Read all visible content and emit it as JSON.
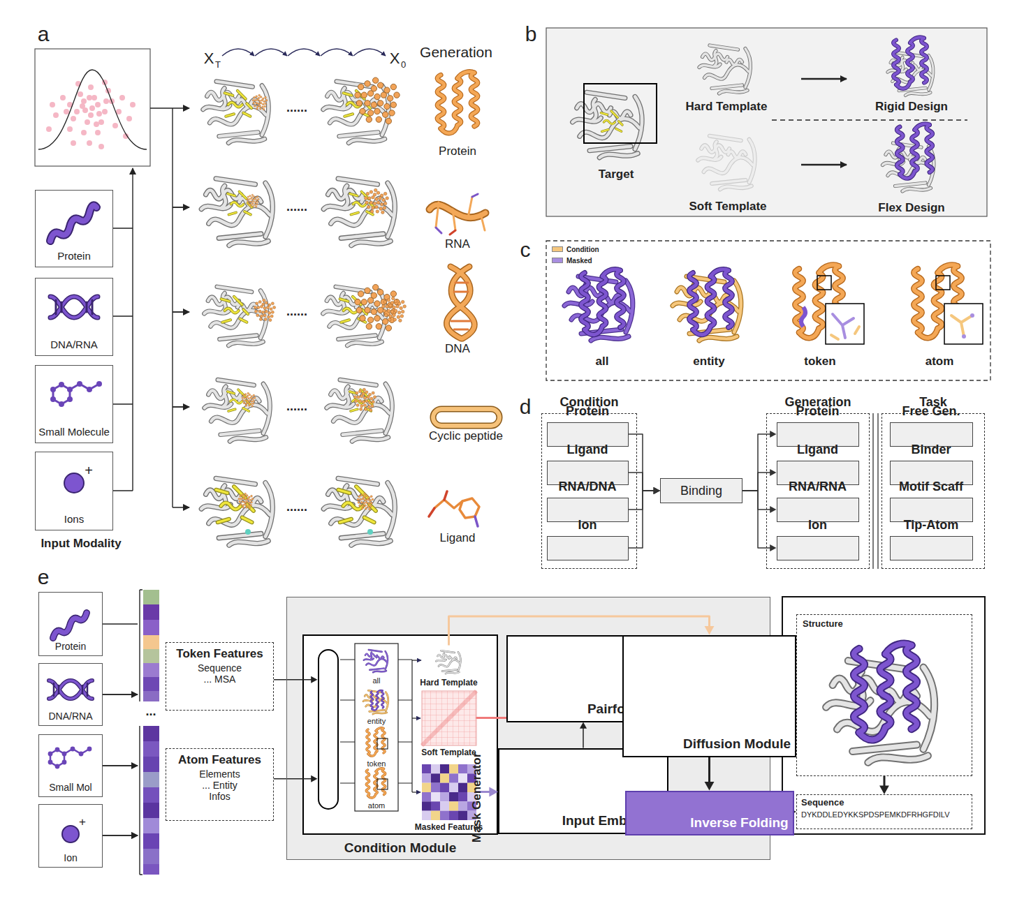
{
  "diagram": {
    "nodes": [
      {
        "text": [
          "Protein"
        ]
      },
      {
        "text": [
          "DNA/RNA"
        ]
      },
      {
        "text": [
          "Small Molecule"
        ]
      },
      {
        "text": [
          "Ions"
        ]
      },
      {
        "text": [
          "Condition"
        ]
      },
      {
        "text": [
          "Protein"
        ],
        "in": 4
      },
      {
        "text": [
          "Ligand"
        ],
        "in": 4
      },
      {
        "text": [
          "RNA/DNA"
        ],
        "in": 4
      },
      {
        "text": [
          "Ion"
        ],
        "in": 4
      },
      {
        "text": [
          "Binding"
        ]
      },
      {
        "text": [
          "Generation"
        ]
      },
      {
        "text": [
          "Protein"
        ],
        "in": 10
      },
      {
        "text": [
          "Ligand"
        ],
        "in": 10
      },
      {
        "text": [
          "RNA/RNA"
        ],
        "in": 10
      },
      {
        "text": [
          "Ion"
        ],
        "in": 10
      },
      {
        "text": [
          "Task"
        ]
      },
      {
        "text": [
          "Free Gen."
        ],
        "in": 15
      },
      {
        "text": [
          "Binder"
        ],
        "in": 15
      },
      {
        "text": [
          "Motif Scaff"
        ],
        "in": 15
      },
      {
        "text": [
          "Tip-Atom"
        ],
        "in": 15
      },
      {
        "text": [
          "Protein"
        ]
      },
      {
        "text": [
          "DNA/RNA"
        ]
      },
      {
        "text": [
          "Small Mol"
        ]
      },
      {
        "text": [
          "Ion"
        ]
      },
      {
        "text": [
          "Token Features",
          "Sequence ... MSA"
        ]
      },
      {
        "text": [
          "Atom Features",
          "Elements ... Entity Infos"
        ]
      },
      {
        "text": [
          "Condition Module"
        ]
      },
      {
        "text": [
          "Mask Generator"
        ],
        "in": 26
      },
      {
        "text": [
          "Hard Template"
        ],
        "in": 26
      },
      {
        "text": [
          "Soft Template"
        ],
        "in": 26
      },
      {
        "text": [
          "Masked Features"
        ],
        "in": 26
      },
      {
        "text": [
          "Pairformer"
        ],
        "in": 26
      },
      {
        "text": [
          "Input Embedder"
        ],
        "in": 26
      },
      {
        "text": [
          "Diffusion Module"
        ],
        "in": 26
      },
      {
        "text": [
          "Inverse Folding"
        ],
        "in": 26
      },
      {
        "text": [
          "Structure"
        ]
      },
      {
        "text": [
          "Sequence",
          "DYKDDLEDYKKSPDSPEMKDFRHGFDILV"
        ]
      }
    ],
    "edges": [
      {
        "from": 5,
        "to": 9,
        "arrow": "to"
      },
      {
        "from": 6,
        "to": 9,
        "arrow": "to"
      },
      {
        "from": 7,
        "to": 9,
        "arrow": "to"
      },
      {
        "from": 8,
        "to": 9,
        "arrow": "to"
      },
      {
        "from": 9,
        "to": 11,
        "arrow": "to"
      },
      {
        "from": 9,
        "to": 12,
        "arrow": "to"
      },
      {
        "from": 9,
        "to": 13,
        "arrow": "to"
      },
      {
        "from": 9,
        "to": 14,
        "arrow": "to"
      },
      {
        "from": 24,
        "to": 27,
        "arrow": "to"
      },
      {
        "from": 25,
        "to": 27,
        "arrow": "to"
      },
      {
        "from": 28,
        "to": 33,
        "arrow": "to"
      },
      {
        "from": 29,
        "to": 31,
        "arrow": "to"
      },
      {
        "from": 30,
        "to": 32,
        "arrow": "to"
      },
      {
        "from": 32,
        "to": 31,
        "arrow": "to"
      },
      {
        "from": 31,
        "to": 33,
        "arrow": "to"
      },
      {
        "from": 33,
        "to": 34,
        "arrow": "to"
      },
      {
        "from": 33,
        "to": 35,
        "arrow": "to"
      },
      {
        "from": 34,
        "to": 36,
        "arrow": "to"
      },
      {
        "from": 35,
        "to": 36,
        "arrow": "to"
      }
    ],
    "labels": [
      "a",
      "X",
      "T",
      "X",
      "0",
      "Generation",
      "......",
      "......",
      "......",
      "......",
      "......",
      "Protein",
      "RNA",
      "DNA",
      "Cyclic peptide",
      "Ligand",
      "+",
      "Input Modality",
      "b",
      "Target",
      "Hard Template",
      "Rigid Design",
      "Soft Template",
      "Flex Design",
      "c",
      "all",
      "entity",
      "token",
      "atom",
      "d",
      "e",
      "+",
      "...",
      "all",
      "entity",
      "token",
      "atom"
    ],
    "legend": [
      {
        "text": "Condition",
        "color": "#f5c77e"
      },
      {
        "text": "Masked",
        "color": "#a88ee0"
      }
    ]
  }
}
